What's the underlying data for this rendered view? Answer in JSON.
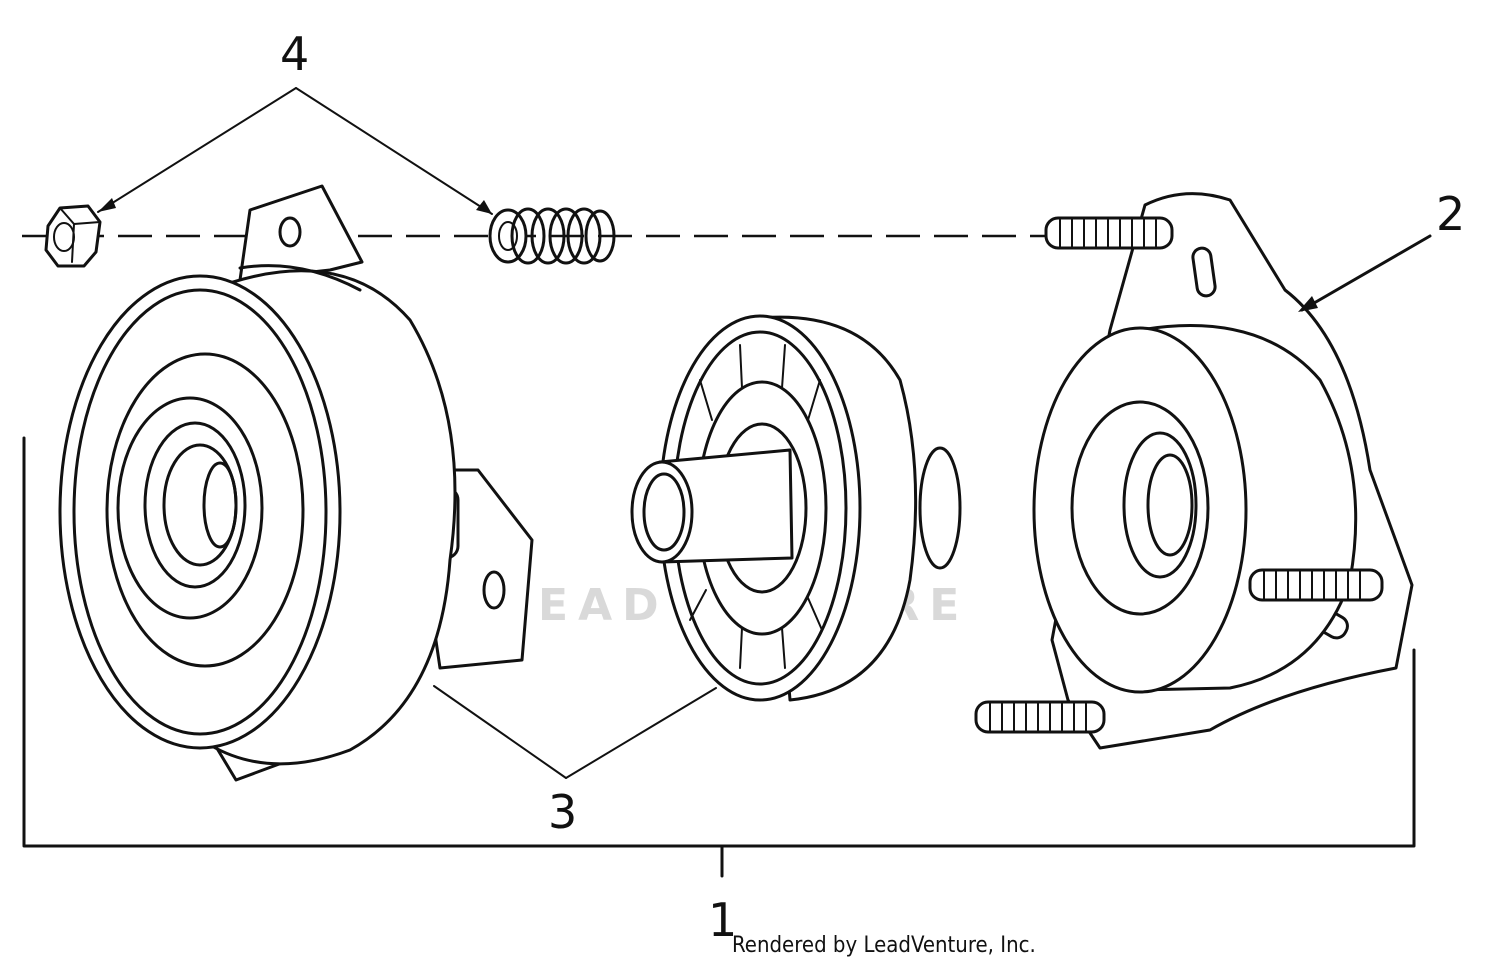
{
  "callouts": {
    "c1": "1",
    "c2": "2",
    "c3": "3",
    "c4": "4"
  },
  "credit": "Rendered by LeadVenture, Inc.",
  "watermark": "LEADVENTURE",
  "colors": {
    "ink": "#111111",
    "watermark": "#d9d9d9",
    "background": "#ffffff"
  }
}
